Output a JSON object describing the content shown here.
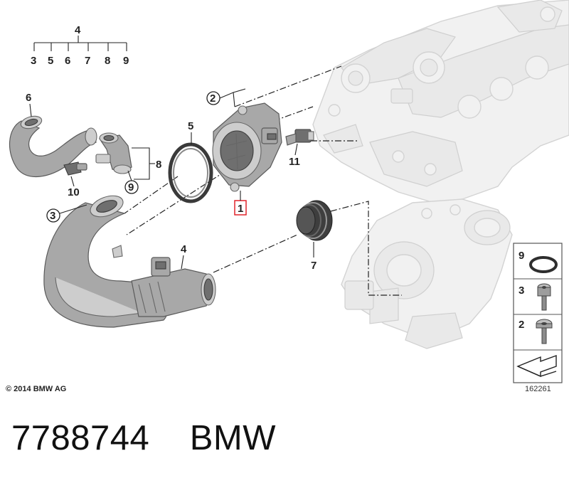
{
  "callouts": {
    "c4_top": "4",
    "c3_row": "3",
    "c5_row": "5",
    "c6_row": "6",
    "c7_row": "7",
    "c8_row": "8",
    "c9_row": "9",
    "c6": "6",
    "c2": "2",
    "c5": "5",
    "c8": "8",
    "c9": "9",
    "c10": "10",
    "c11": "11",
    "c1": "1",
    "c3": "3",
    "c4": "4",
    "c7": "7"
  },
  "legend": {
    "item9": "9",
    "item3": "3",
    "item2": "2"
  },
  "copyright": "© 2014 BMW AG",
  "image_number": "162261",
  "footer": {
    "part_number": "7788744",
    "brand": "BMW"
  },
  "colors": {
    "highlight": "#e0242b",
    "ghost": "#f1f1f1",
    "part": "#a8a8a8"
  }
}
